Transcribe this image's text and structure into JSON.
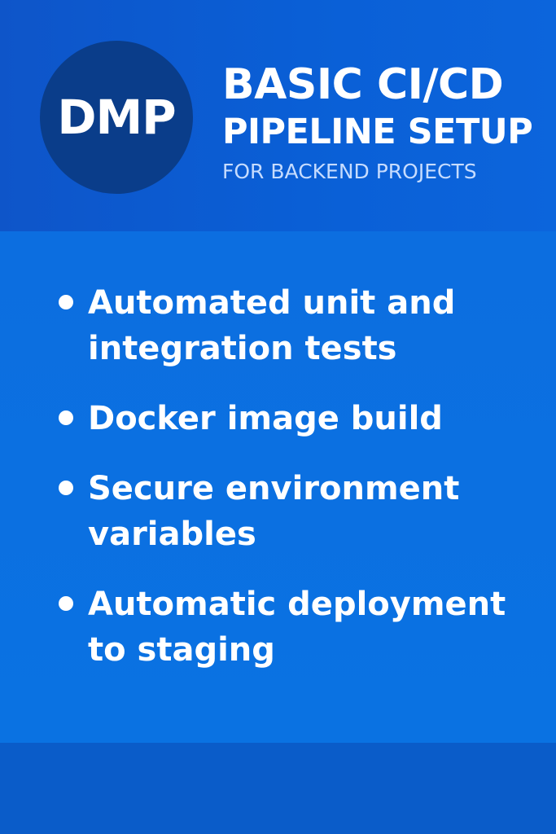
{
  "logo": {
    "text": "DMP"
  },
  "header": {
    "title_line1": "BASIC CI/CD",
    "title_line2": "PIPELINE SETUP",
    "subtitle": "FOR BACKEND PROJECTS"
  },
  "bullets": [
    {
      "text": "Automated unit and integration tests"
    },
    {
      "text": "Docker image build"
    },
    {
      "text": "Secure environment variables"
    },
    {
      "text": "Automatic deployment to staging"
    }
  ],
  "colors": {
    "header_bg": "#0a5fd6",
    "logo_bg": "#0a3d8a",
    "content_bg": "#0a72e2",
    "subtitle": "#c6dcff",
    "text": "#ffffff"
  }
}
